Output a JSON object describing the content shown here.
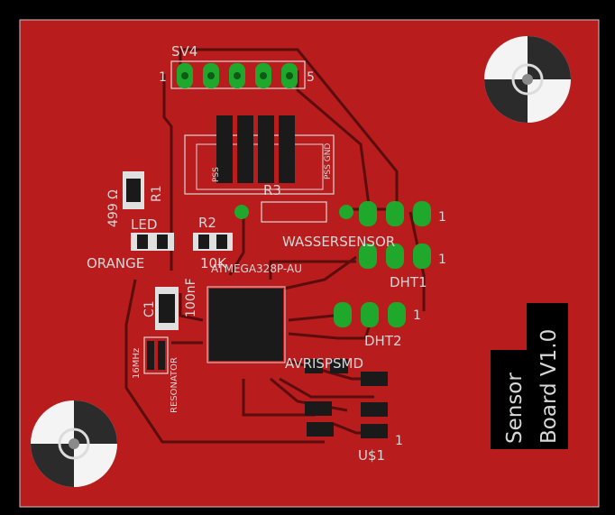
{
  "board": {
    "fill": "#b81c1c",
    "trace": "#5a0d0d",
    "outline": "#c8c8c8",
    "pad_green": "#1fa82c",
    "silk": "#d8d8d8"
  },
  "labels": {
    "sv4": "SV4",
    "sv4_pin1": "1",
    "sv4_pin5": "5",
    "r1_value": "499 Ω",
    "r1_name": "R1",
    "led_name": "LED",
    "led_value": "ORANGE",
    "r2_name": "R2",
    "r2_value": "10K",
    "r3_name": "R3",
    "wassersensor": "WASSERSENSOR",
    "wasser_pin1": "1",
    "dht1": "DHT1",
    "dht1_pin1": "1",
    "dht2": "DHT2",
    "dht2_pin1": "1",
    "mcu": "ATMEGA328P-AU",
    "c1_name": "C1",
    "c1_value": "100nF",
    "resonator_value": "16MHz",
    "resonator_name": "RESONATOR",
    "avrisp": "AVRISPSMD",
    "usb": "U$1",
    "usb_pin1": "1",
    "pss": "PSS",
    "pss_gnd": "PSS GND",
    "title_line1": "Sensor",
    "title_line2": "Board V1.0"
  }
}
